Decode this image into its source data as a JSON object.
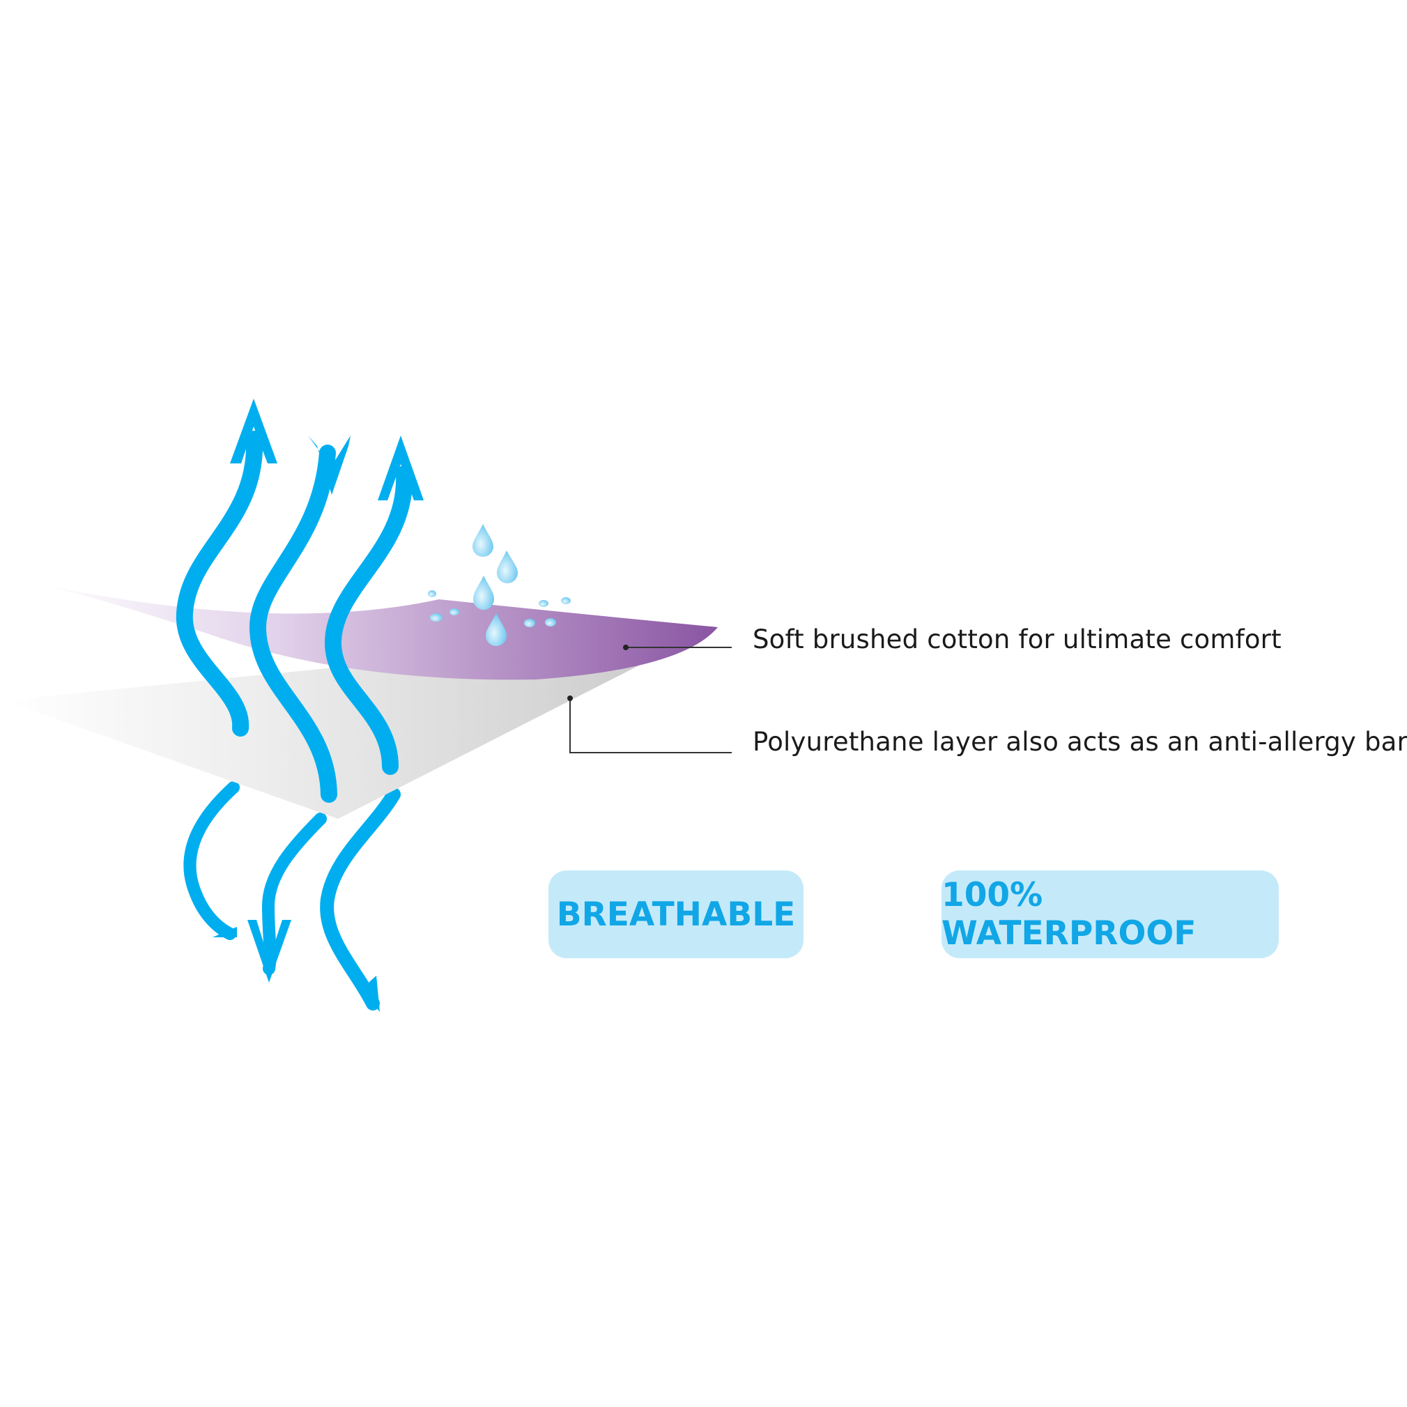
{
  "callouts": {
    "cotton": "Soft brushed cotton for ultimate comfort",
    "polyurethane": "Polyurethane layer also acts as an anti-allergy barrier"
  },
  "badges": {
    "breathable": "BREATHABLE",
    "waterproof": "100% WATERPROOF"
  },
  "colors": {
    "arrow_blue": "#00aeef",
    "cotton_purple": "#8e5aa6",
    "polyurethane_grey": "#c9c9c9",
    "badge_bg": "#c4eafa",
    "badge_text": "#11a6e6",
    "droplet": "#8fd3f4"
  },
  "icons": [
    "air-flow-arrow-icon",
    "water-droplet-icon"
  ]
}
